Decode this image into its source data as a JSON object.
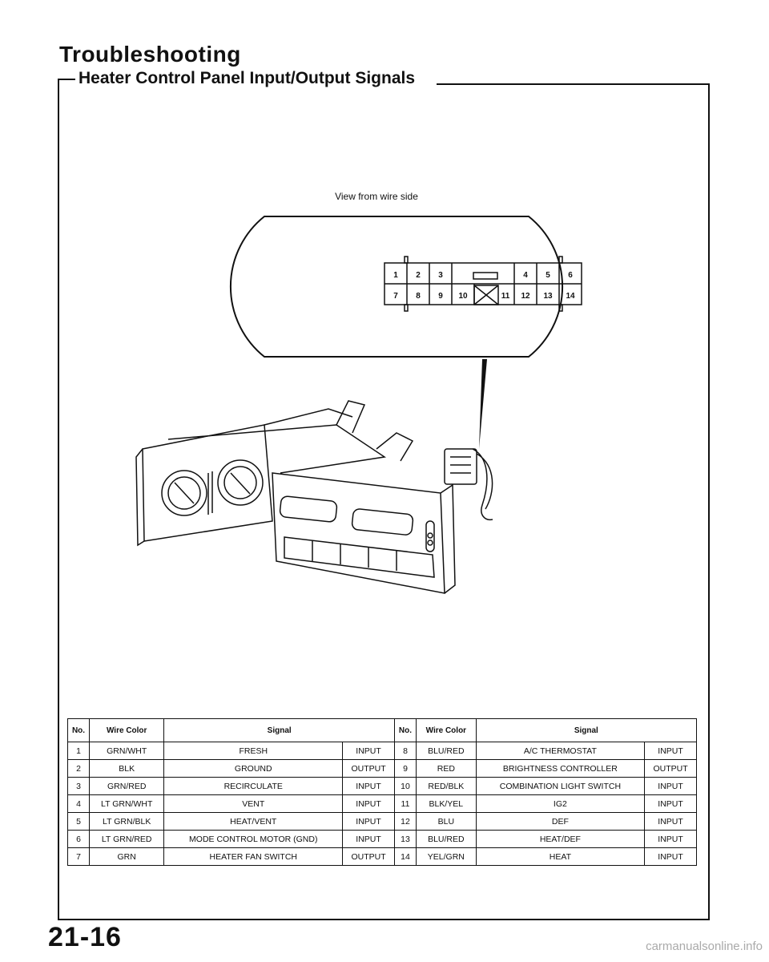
{
  "header": {
    "title": "Troubleshooting",
    "subtitle": "Heater Control Panel Input/Output Signals"
  },
  "diagram": {
    "view_label": "View from wire side",
    "connector_pins_top": [
      "1",
      "2",
      "3",
      "4",
      "5",
      "6"
    ],
    "connector_pins_bottom": [
      "7",
      "8",
      "9",
      "10",
      "11",
      "12",
      "13",
      "14"
    ]
  },
  "table": {
    "headers": {
      "no": "No.",
      "wire_color": "Wire Color",
      "signal": "Signal"
    },
    "rows": [
      {
        "left": {
          "no": "1",
          "wire": "GRN/WHT",
          "signal": "FRESH",
          "io": "INPUT"
        },
        "right": {
          "no": "8",
          "wire": "BLU/RED",
          "signal": "A/C THERMOSTAT",
          "io": "INPUT"
        }
      },
      {
        "left": {
          "no": "2",
          "wire": "BLK",
          "signal": "GROUND",
          "io": "OUTPUT"
        },
        "right": {
          "no": "9",
          "wire": "RED",
          "signal": "BRIGHTNESS CONTROLLER",
          "io": "OUTPUT"
        }
      },
      {
        "left": {
          "no": "3",
          "wire": "GRN/RED",
          "signal": "RECIRCULATE",
          "io": "INPUT"
        },
        "right": {
          "no": "10",
          "wire": "RED/BLK",
          "signal": "COMBINATION LIGHT SWITCH",
          "io": "INPUT"
        }
      },
      {
        "left": {
          "no": "4",
          "wire": "LT GRN/WHT",
          "signal": "VENT",
          "io": "INPUT"
        },
        "right": {
          "no": "11",
          "wire": "BLK/YEL",
          "signal": "IG2",
          "io": "INPUT"
        }
      },
      {
        "left": {
          "no": "5",
          "wire": "LT GRN/BLK",
          "signal": "HEAT/VENT",
          "io": "INPUT"
        },
        "right": {
          "no": "12",
          "wire": "BLU",
          "signal": "DEF",
          "io": "INPUT"
        }
      },
      {
        "left": {
          "no": "6",
          "wire": "LT GRN/RED",
          "signal": "MODE CONTROL MOTOR (GND)",
          "io": "INPUT"
        },
        "right": {
          "no": "13",
          "wire": "BLU/RED",
          "signal": "HEAT/DEF",
          "io": "INPUT"
        }
      },
      {
        "left": {
          "no": "7",
          "wire": "GRN",
          "signal": "HEATER FAN SWITCH",
          "io": "OUTPUT"
        },
        "right": {
          "no": "14",
          "wire": "YEL/GRN",
          "signal": "HEAT",
          "io": "INPUT"
        }
      }
    ]
  },
  "page_number": "21-16",
  "watermark": "carmanualsonline.info"
}
